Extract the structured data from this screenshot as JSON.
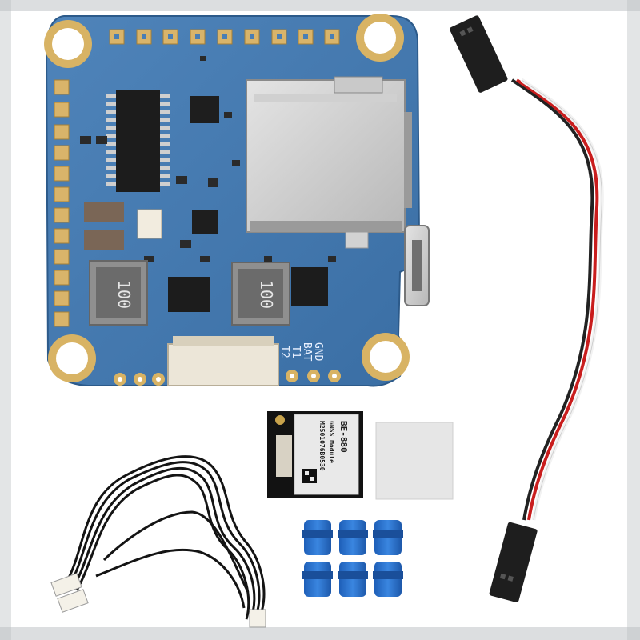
{
  "product_photo": {
    "board_labels": {
      "inductor_left": "100",
      "inductor_right": "100",
      "pad_t2": "T2",
      "pad_t1": "T1",
      "pad_bat": "BAT",
      "pad_gnd": "GND"
    },
    "gnss_module": {
      "model": "BE-880",
      "type": "GNSS Module",
      "serial": "M2501076B0530"
    }
  }
}
